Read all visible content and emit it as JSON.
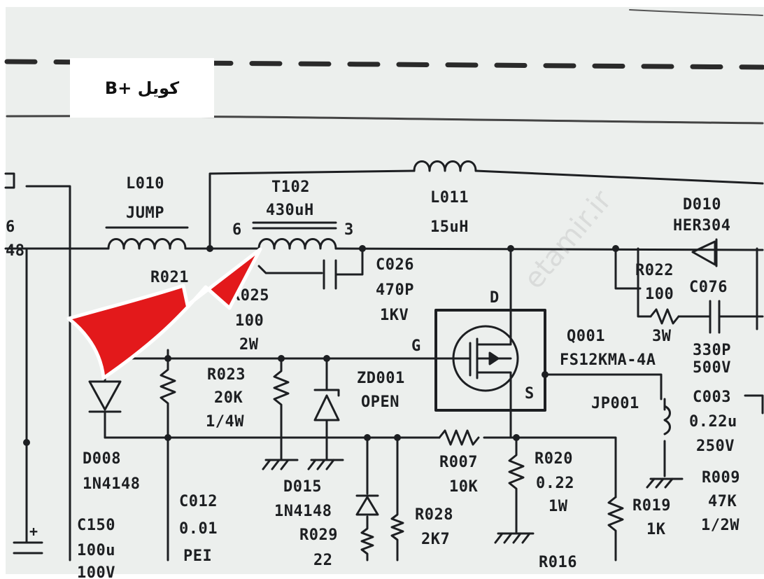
{
  "title_label": "کویل +B",
  "watermark": "etamir.ir",
  "arrow_color": "#e3191b",
  "ink_color": "#1d1f22",
  "components": {
    "l010": {
      "ref": "L010",
      "value": "JUMP"
    },
    "t102": {
      "ref": "T102",
      "value": "430uH",
      "pin_left": "6",
      "pin_right": "3"
    },
    "l011": {
      "ref": "L011",
      "value": "15uH"
    },
    "d010": {
      "ref": "D010",
      "value": "HER304"
    },
    "r021": {
      "ref": "R021"
    },
    "r025": {
      "ref": "R025",
      "value": "100",
      "power": "2W"
    },
    "c026": {
      "ref": "C026",
      "value": "470P",
      "voltage": "1KV"
    },
    "r022": {
      "ref": "R022",
      "value": "100",
      "power": "3W"
    },
    "c076": {
      "ref": "C076",
      "value": "330P",
      "voltage": "500V"
    },
    "q001": {
      "ref": "Q001",
      "part": "FS12KMA-4A",
      "pin_d": "D",
      "pin_g": "G",
      "pin_s": "S"
    },
    "r023": {
      "ref": "R023",
      "value": "20K",
      "power": "1/4W"
    },
    "zd001": {
      "ref": "ZD001",
      "value": "OPEN"
    },
    "jp001": {
      "ref": "JP001"
    },
    "c003": {
      "ref": "C003",
      "value": "0.22u",
      "voltage": "250V"
    },
    "d008": {
      "ref": "D008",
      "value": "1N4148"
    },
    "r007": {
      "ref": "R007",
      "value": "10K"
    },
    "r020": {
      "ref": "R020",
      "value": "0.22",
      "power": "1W"
    },
    "r009": {
      "ref": "R009",
      "value": "47K",
      "power": "1/2W"
    },
    "d015": {
      "ref": "D015",
      "value": "1N4148"
    },
    "r028": {
      "ref": "R028",
      "value": "2K7"
    },
    "r019": {
      "ref": "R019",
      "value": "1K"
    },
    "c012": {
      "ref": "C012",
      "value": "0.01",
      "type": "PEI"
    },
    "c150": {
      "ref": "C150",
      "value": "100u",
      "voltage": "100V"
    },
    "r029": {
      "ref": "R029",
      "value": "22"
    },
    "r016": {
      "ref": "R016"
    },
    "edge_left_top": "6",
    "edge_left_bottom": "48"
  }
}
